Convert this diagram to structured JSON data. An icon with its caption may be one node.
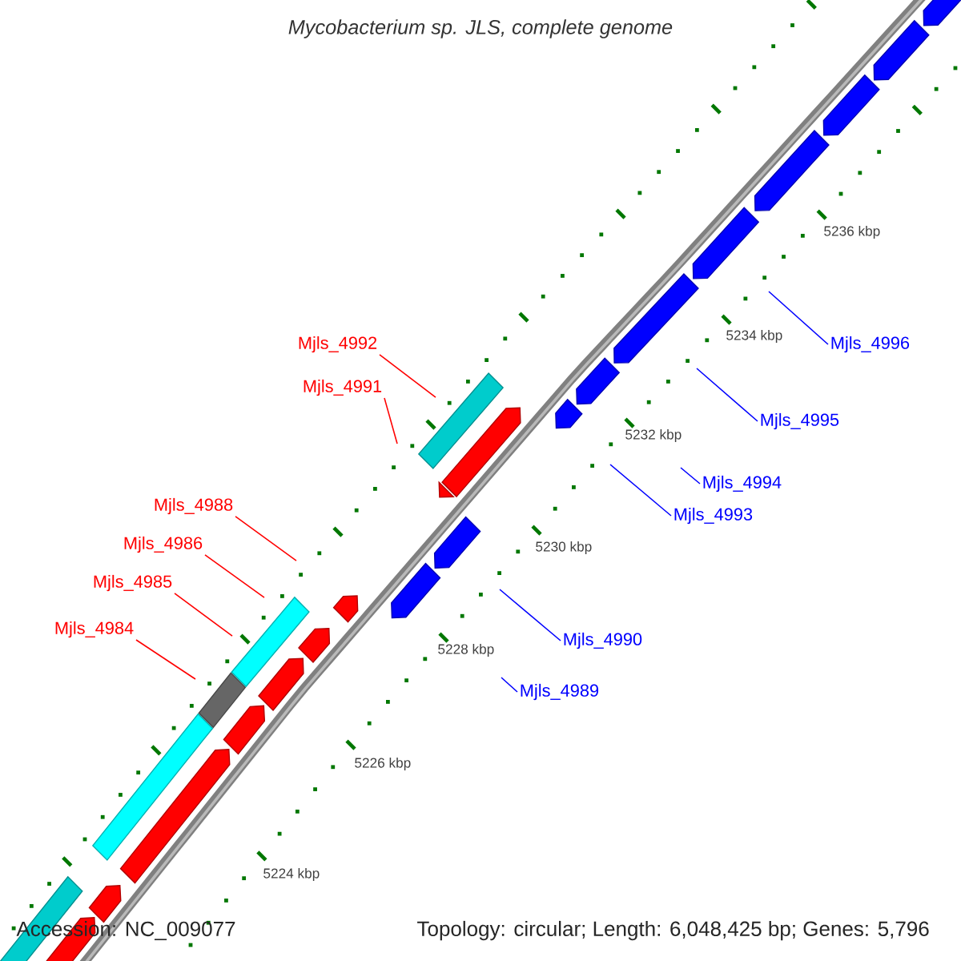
{
  "diagram": {
    "title": "Mycobacterium sp. JLS, complete genome",
    "nodes": [
      {
        "text": [
          "Mjls_4992"
        ]
      },
      {
        "text": [
          "Mjls_4996"
        ]
      },
      {
        "text": [
          "Mjls_4991"
        ]
      },
      {
        "text": [
          "Mjls_4995"
        ]
      },
      {
        "text": [
          "Mjls_4994"
        ]
      },
      {
        "text": [
          "Mjls_4988"
        ]
      },
      {
        "text": [
          "Mjls_4993"
        ]
      },
      {
        "text": [
          "Mjls_4986"
        ]
      },
      {
        "text": [
          "Mjls_4985"
        ]
      },
      {
        "text": [
          "Mjls_4984"
        ]
      },
      {
        "text": [
          "Mjls_4990"
        ]
      },
      {
        "text": [
          "Mjls_4989"
        ]
      }
    ],
    "edges": [
      {
        "from": 0,
        "to": null,
        "arrow": "none",
        "color": "#ff0000"
      },
      {
        "from": 1,
        "to": null,
        "arrow": "none",
        "color": "#0000ff"
      },
      {
        "from": 2,
        "to": null,
        "arrow": "none",
        "color": "#ff0000"
      },
      {
        "from": 3,
        "to": null,
        "arrow": "none",
        "color": "#0000ff"
      },
      {
        "from": 4,
        "to": null,
        "arrow": "none",
        "color": "#0000ff"
      },
      {
        "from": 5,
        "to": null,
        "arrow": "none",
        "color": "#ff0000"
      },
      {
        "from": 6,
        "to": null,
        "arrow": "none",
        "color": "#0000ff"
      },
      {
        "from": 7,
        "to": null,
        "arrow": "none",
        "color": "#ff0000"
      },
      {
        "from": 8,
        "to": null,
        "arrow": "none",
        "color": "#ff0000"
      },
      {
        "from": 9,
        "to": null,
        "arrow": "none",
        "color": "#ff0000"
      },
      {
        "from": 10,
        "to": null,
        "arrow": "none",
        "color": "#0000ff"
      },
      {
        "from": 11,
        "to": null,
        "arrow": "none",
        "color": "#0000ff"
      }
    ],
    "labels": [
      "5236 kbp",
      "5234 kbp",
      "5232 kbp",
      "5230 kbp",
      "5228 kbp",
      "5226 kbp",
      "5224 kbp",
      "Accession: NC_009077",
      "Topology: circular; Length: 6,048,425 bp; Genes: 5,796"
    ]
  }
}
